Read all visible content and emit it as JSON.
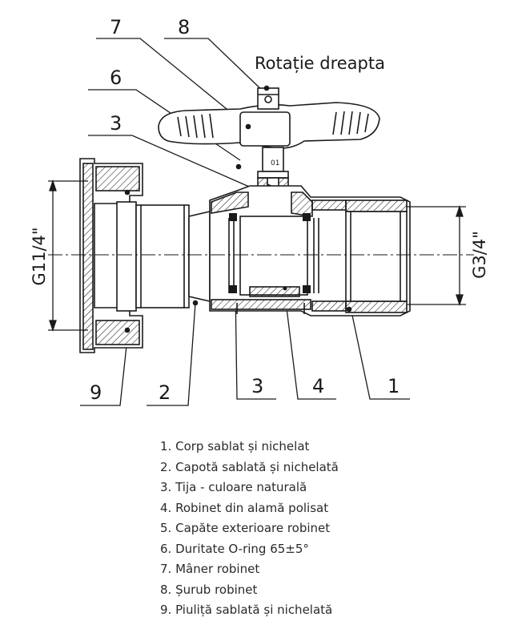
{
  "diagram": {
    "rotation_label": "Rotație dreapta",
    "dimension_left": "G11/4\"",
    "dimension_right": "G3/4\"",
    "stem_marking": "01",
    "callouts": [
      {
        "number": "7"
      },
      {
        "number": "8"
      },
      {
        "number": "6"
      },
      {
        "number": "3"
      },
      {
        "number": "9"
      },
      {
        "number": "2"
      },
      {
        "number": "3"
      },
      {
        "number": "4"
      },
      {
        "number": "1"
      }
    ]
  },
  "legend": [
    {
      "number": "1.",
      "text": "Corp sablat și nichelat"
    },
    {
      "number": "2.",
      "text": "Capotă sablată și nichelată"
    },
    {
      "number": "3.",
      "text": "Tija - culoare naturală"
    },
    {
      "number": "4.",
      "text": "Robinet din alamă polisat"
    },
    {
      "number": "5.",
      "text": "Capăte exterioare robinet"
    },
    {
      "number": "6.",
      "text": "Duritate O-ring 65±5°"
    },
    {
      "number": "7.",
      "text": "Mâner robinet"
    },
    {
      "number": "8.",
      "text": "Șurub robinet"
    },
    {
      "number": "9.",
      "text": "Piuliță sablată și nichelată"
    }
  ],
  "colors": {
    "line": "#1a1a1a",
    "hatch": "#1a1a1a",
    "fill": "#ffffff"
  }
}
